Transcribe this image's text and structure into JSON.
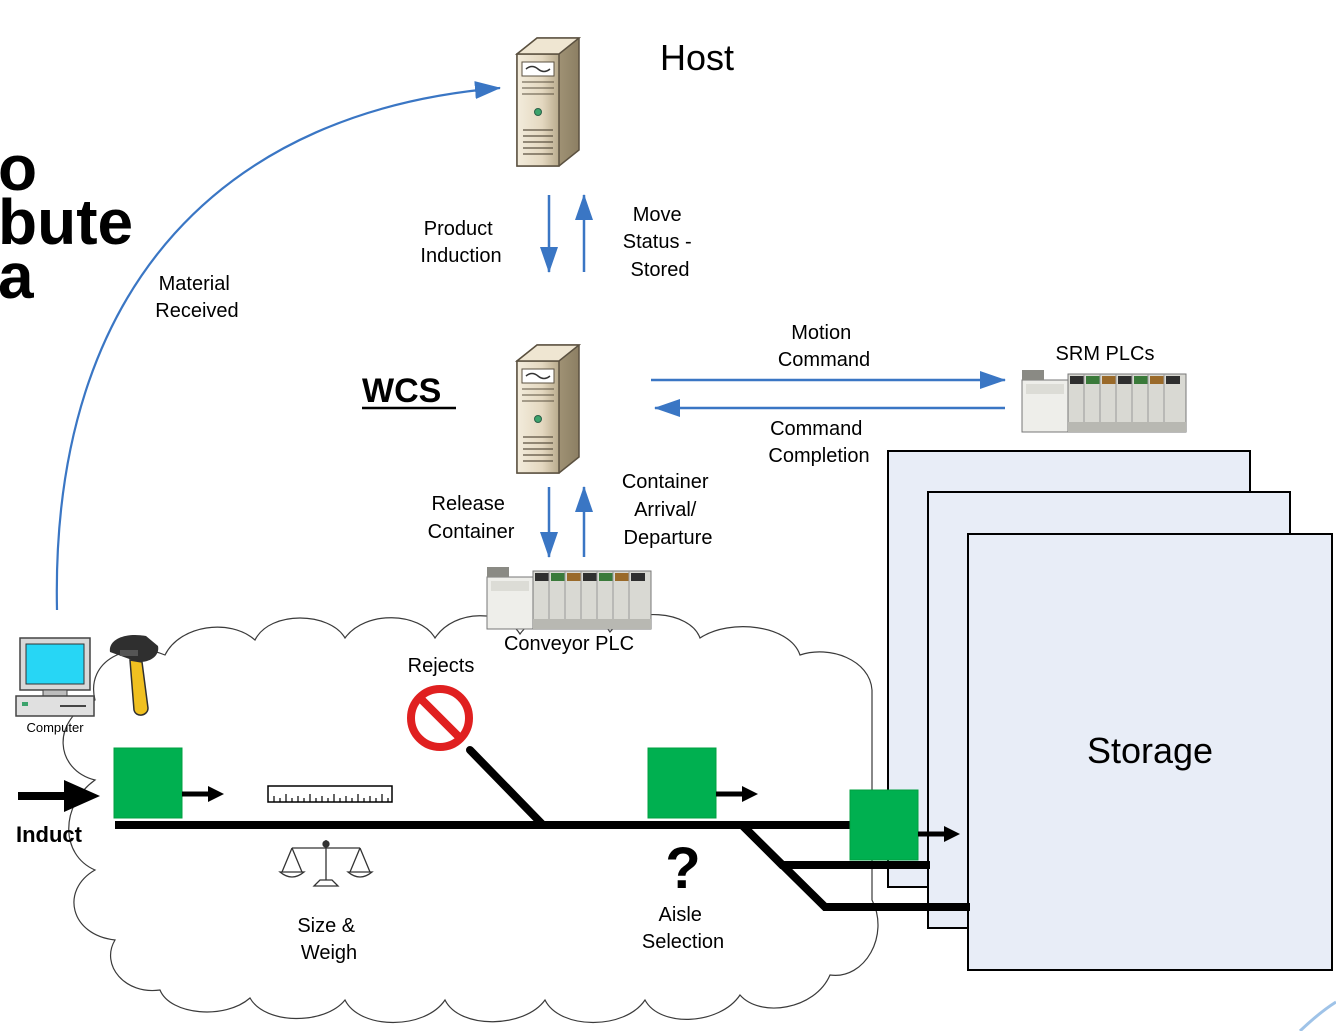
{
  "title_fragments": [
    "o",
    "bute",
    "a"
  ],
  "host": {
    "label": "Host"
  },
  "wcs": {
    "label": "WCS"
  },
  "flows": {
    "material_received": [
      "Material",
      "Received"
    ],
    "product_induction": [
      "Product",
      "Induction"
    ],
    "move_status": [
      "Move",
      "Status -",
      "Stored"
    ],
    "motion_command": [
      "Motion",
      "Command"
    ],
    "command_completion": [
      "Command",
      "Completion"
    ],
    "release_container": [
      "Release",
      "Container"
    ],
    "container_arrival": [
      "Container",
      "Arrival/",
      "Departure"
    ]
  },
  "srm_plcs": {
    "label": "SRM PLCs"
  },
  "conveyor_plc": {
    "label": "Conveyor PLC"
  },
  "computer": {
    "label": "Computer"
  },
  "rejects": {
    "label": "Rejects"
  },
  "induct": {
    "label": "Induct"
  },
  "size_weigh": [
    "Size &",
    "Weigh"
  ],
  "aisle_selection": [
    "Aisle",
    "Selection"
  ],
  "aisle_question": "?",
  "storage": {
    "label": "Storage"
  },
  "colors": {
    "flow_arrow": "#3a76c4",
    "container": "#00b050",
    "storage_fill": "#e8edf7",
    "reject_red": "#e02020",
    "monitor_screen": "#27d6f5"
  }
}
